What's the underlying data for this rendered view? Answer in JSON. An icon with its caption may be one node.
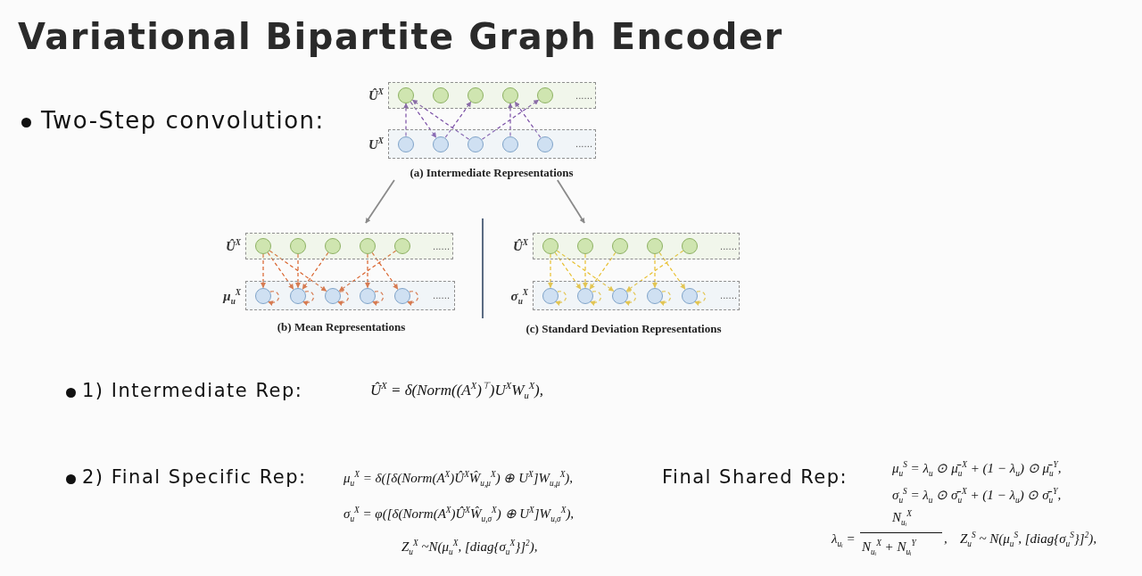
{
  "diagram": {
    "title": "Variational Bipartite Graph Encoder",
    "nodes": [
      {
        "text": [
          "(a) Intermediate Representations"
        ]
      },
      {
        "text": [
          "Û$^{X}$",
          "......"
        ],
        "in": 0
      },
      {
        "text": [],
        "shape": "circle",
        "in": 1
      },
      {
        "text": [],
        "shape": "circle",
        "in": 1
      },
      {
        "text": [],
        "shape": "circle",
        "in": 1
      },
      {
        "text": [],
        "shape": "circle",
        "in": 1
      },
      {
        "text": [],
        "shape": "circle",
        "in": 1
      },
      {
        "text": [
          "U$^{X}$",
          "......"
        ],
        "in": 0
      },
      {
        "text": [],
        "shape": "circle",
        "in": 7
      },
      {
        "text": [],
        "shape": "circle",
        "in": 7
      },
      {
        "text": [],
        "shape": "circle",
        "in": 7
      },
      {
        "text": [],
        "shape": "circle",
        "in": 7
      },
      {
        "text": [],
        "shape": "circle",
        "in": 7
      },
      {
        "text": [
          "(b) Mean Representations"
        ]
      },
      {
        "text": [
          "Û$^{X}$",
          "......"
        ],
        "in": 13
      },
      {
        "text": [],
        "shape": "circle",
        "in": 14
      },
      {
        "text": [],
        "shape": "circle",
        "in": 14
      },
      {
        "text": [],
        "shape": "circle",
        "in": 14
      },
      {
        "text": [],
        "shape": "circle",
        "in": 14
      },
      {
        "text": [],
        "shape": "circle",
        "in": 14
      },
      {
        "text": [
          "μ$_{u}$$^{X}$",
          "......"
        ],
        "in": 13
      },
      {
        "text": [],
        "shape": "circle",
        "in": 20
      },
      {
        "text": [],
        "shape": "circle",
        "in": 20
      },
      {
        "text": [],
        "shape": "circle",
        "in": 20
      },
      {
        "text": [],
        "shape": "circle",
        "in": 20
      },
      {
        "text": [],
        "shape": "circle",
        "in": 20
      },
      {
        "text": [
          "(c) Standard Deviation Representations"
        ]
      },
      {
        "text": [
          "Û$^{X}$",
          "......"
        ],
        "in": 26
      },
      {
        "text": [],
        "shape": "circle",
        "in": 27
      },
      {
        "text": [],
        "shape": "circle",
        "in": 27
      },
      {
        "text": [],
        "shape": "circle",
        "in": 27
      },
      {
        "text": [],
        "shape": "circle",
        "in": 27
      },
      {
        "text": [],
        "shape": "circle",
        "in": 27
      },
      {
        "text": [
          "σ$_{u}$$^{X}$",
          "......"
        ],
        "in": 26
      },
      {
        "text": [],
        "shape": "circle",
        "in": 33
      },
      {
        "text": [],
        "shape": "circle",
        "in": 33
      },
      {
        "text": [],
        "shape": "circle",
        "in": 33
      },
      {
        "text": [],
        "shape": "circle",
        "in": 33
      },
      {
        "text": [],
        "shape": "circle",
        "in": 33
      }
    ],
    "edges": [
      {
        "from": 0,
        "to": 13,
        "arrow": "to",
        "color": "#8a8a8a"
      },
      {
        "from": 0,
        "to": 26,
        "arrow": "to",
        "color": "#8a8a8a"
      },
      {
        "from": 8,
        "to": 2,
        "arrow": "to",
        "style": "dashed",
        "color": "#7a4fa6"
      },
      {
        "from": 2,
        "to": 9,
        "arrow": "to",
        "style": "dashed",
        "color": "#7a4fa6"
      },
      {
        "from": 10,
        "to": 2,
        "arrow": "to",
        "style": "dashed",
        "color": "#7a4fa6"
      },
      {
        "from": 9,
        "to": 4,
        "arrow": "to",
        "style": "dashed",
        "color": "#7a4fa6"
      },
      {
        "from": 11,
        "to": 5,
        "arrow": "to",
        "style": "dashed",
        "color": "#7a4fa6"
      },
      {
        "from": 12,
        "to": 5,
        "arrow": "to",
        "style": "dashed",
        "color": "#7a4fa6"
      },
      {
        "from": 10,
        "to": 6,
        "arrow": "to",
        "style": "dashed",
        "color": "#7a4fa6"
      },
      {
        "from": 15,
        "to": 21,
        "arrow": "to",
        "style": "dashed",
        "color": "#d9622b"
      },
      {
        "from": 15,
        "to": 22,
        "arrow": "to",
        "style": "dashed",
        "color": "#d9622b"
      },
      {
        "from": 15,
        "to": 23,
        "arrow": "to",
        "style": "dashed",
        "color": "#d9622b"
      },
      {
        "from": 16,
        "to": 22,
        "arrow": "to",
        "style": "dashed",
        "color": "#d9622b"
      },
      {
        "from": 17,
        "to": 22,
        "arrow": "to",
        "style": "dashed",
        "color": "#d9622b"
      },
      {
        "from": 18,
        "to": 24,
        "arrow": "to",
        "style": "dashed",
        "color": "#d9622b"
      },
      {
        "from": 18,
        "to": 25,
        "arrow": "to",
        "style": "dashed",
        "color": "#d9622b"
      },
      {
        "from": 19,
        "to": 23,
        "arrow": "to",
        "style": "dashed",
        "color": "#d9622b"
      },
      {
        "from": 21,
        "to": 21,
        "arrow": "to",
        "style": "dashed",
        "color": "#d9622b"
      },
      {
        "from": 22,
        "to": 22,
        "arrow": "to",
        "style": "dashed",
        "color": "#d9622b"
      },
      {
        "from": 23,
        "to": 23,
        "arrow": "to",
        "style": "dashed",
        "color": "#d9622b"
      },
      {
        "from": 24,
        "to": 24,
        "arrow": "to",
        "style": "dashed",
        "color": "#d9622b"
      },
      {
        "from": 25,
        "to": 25,
        "arrow": "to",
        "style": "dashed",
        "color": "#d9622b"
      },
      {
        "from": 28,
        "to": 34,
        "arrow": "to",
        "style": "dashed",
        "color": "#e8bf2e"
      },
      {
        "from": 28,
        "to": 35,
        "arrow": "to",
        "style": "dashed",
        "color": "#e8bf2e"
      },
      {
        "from": 28,
        "to": 36,
        "arrow": "to",
        "style": "dashed",
        "color": "#e8bf2e"
      },
      {
        "from": 29,
        "to": 35,
        "arrow": "to",
        "style": "dashed",
        "color": "#e8bf2e"
      },
      {
        "from": 30,
        "to": 35,
        "arrow": "to",
        "style": "dashed",
        "color": "#e8bf2e"
      },
      {
        "from": 31,
        "to": 37,
        "arrow": "to",
        "style": "dashed",
        "color": "#e8bf2e"
      },
      {
        "from": 31,
        "to": 38,
        "arrow": "to",
        "style": "dashed",
        "color": "#e8bf2e"
      },
      {
        "from": 32,
        "to": 36,
        "arrow": "to",
        "style": "dashed",
        "color": "#e8bf2e"
      },
      {
        "from": 34,
        "to": 34,
        "arrow": "to",
        "style": "dashed",
        "color": "#e8bf2e"
      },
      {
        "from": 35,
        "to": 35,
        "arrow": "to",
        "style": "dashed",
        "color": "#e8bf2e"
      },
      {
        "from": 36,
        "to": 36,
        "arrow": "to",
        "style": "dashed",
        "color": "#e8bf2e"
      },
      {
        "from": 37,
        "to": 37,
        "arrow": "to",
        "style": "dashed",
        "color": "#e8bf2e"
      },
      {
        "from": 38,
        "to": 38,
        "arrow": "to",
        "style": "dashed",
        "color": "#e8bf2e"
      }
    ],
    "labels": [
      "Two-Step convolution:",
      "1) Intermediate Rep:",
      "Û$^{X}$ = δ(Norm((A$^{X}$)$^{⊤}$)U$^{X}$W$_{u}$$^{X}$),",
      "2) Final Specific Rep:",
      "μ$_{u}$$^{X}$ = δ([δ(Norm(A$^{X}$)Û$^{X}$Ŵ$_{u,μ}$$^{X}$) ⊕ U$^{X}$]W$_{u,μ}$$^{X}$),",
      "σ$_{u}$$^{X}$ = φ([δ(Norm(A$^{X}$)Û$^{X}$Ŵ$_{u,σ}$$^{X}$) ⊕ U$^{X}$]W$_{u,σ}$$^{X}$),",
      "Z$_{u}$$^{X}$ ~N(μ$_{u}$$^{X}$, [diag{σ$_{u}$$^{X}$}]$^{2}$),",
      "Final Shared Rep:",
      "μ$_{u}$$^{S}$ = λ$_{u}$ ⊙ μ̄$_{u}$$^{X}$ + (1 − λ$_{u}$) ⊙ μ̄$_{u}$$^{Y}$,",
      "σ$_{u}$$^{S}$ = λ$_{u}$ ⊙ σ̄$_{u}$$^{X}$ + (1 − λ$_{u}$) ⊙ σ̄$_{u}$$^{Y}$,",
      "λ$_{uᵢ}$ =",
      "N$_{uᵢ}$$^{X}$",
      "N$_{uᵢ}$$^{X}$ + N$_{uᵢ}$$^{Y}$",
      ",",
      "Z$_{u}$$^{S}$ ~ N(μ$_{u}$$^{S}$, [diag{σ$_{u}$$^{S}$}]$^{2}$),"
    ]
  }
}
